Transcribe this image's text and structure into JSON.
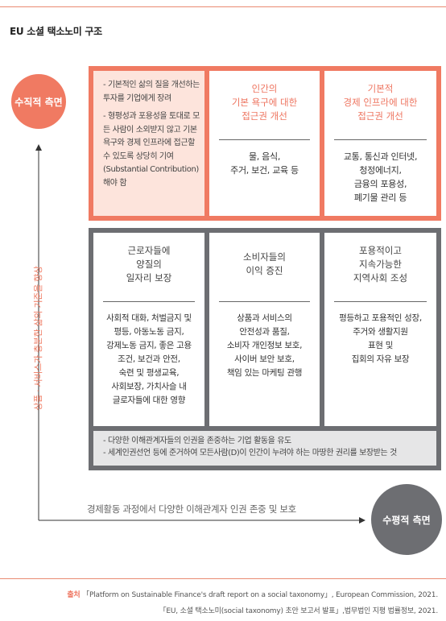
{
  "title": "EU 소셜 택소노미 구조",
  "vertical_label": "수직적 측면",
  "horizontal_label": "수평적 측면",
  "vertical_axis_text": "상품 · 서비스가 충분한 삶의 기준을 향상",
  "horizontal_axis_text": "경제활동 과정에서 다양한 이해관계자 인권 존중 및 보호",
  "vertical_rows": {
    "description_items": [
      "- 기본적인 삶의 질을 개선하는 투자를 기업에게 장려",
      "- 형평성과 포용성을 토대로 모든 사람이 소외받지 않고 기본 욕구와 경제 인프라에 접근할 수 있도록 상당히 기여(Substantial Contribution)해야 함"
    ],
    "columns": [
      {
        "heading": [
          "인간의",
          "기본 욕구에 대한",
          "접근권 개선"
        ],
        "body": [
          "물, 음식,",
          "주거, 보건, 교육 등"
        ]
      },
      {
        "heading": [
          "기본적",
          "경제 인프라에 대한",
          "접근권 개선"
        ],
        "body": [
          "교통, 통신과 인터넷,",
          "청정에너지,",
          "금융의 포용성,",
          "폐기물 관리 등"
        ]
      }
    ]
  },
  "horizontal_rows": {
    "columns": [
      {
        "heading": [
          "근로자들에",
          "양질의",
          "일자리 보장"
        ],
        "body": [
          "사회적 대화, 처벌금지 및",
          "평등, 아동노동 금지,",
          "강제노동 금지, 좋은 고용",
          "조건, 보건과 안전,",
          "숙련 및 평생교육,",
          "사회보장, 가치사슬 내",
          "글로자들에 대한 영향"
        ]
      },
      {
        "heading": [
          "소비자들의",
          "이익 증진"
        ],
        "body": [
          "상품과 서비스의",
          "안전성과 품질,",
          "소비자 개인정보 보호,",
          "사이버 보안 보호,",
          "책임 있는 마케팅 관행"
        ]
      },
      {
        "heading": [
          "포용적이고",
          "지속가능한",
          "지역사회 조성"
        ],
        "body": [
          "평등하고 포용적인 성장,",
          "주거와 생활지원",
          "표현 및",
          "집회의 자유 보장"
        ]
      }
    ],
    "notes": [
      "- 다양한 이해관계자들의 인권을 존중하는 기업 활동을 유도",
      "- 세계인권선언 등에 준거하여 모든사람(D)이 인간이 누려야 하는 마땅한 권리를 보장받는 것"
    ]
  },
  "source": {
    "label": "출처",
    "line1": "「Platform on Sustainable Finance's draft report on a social taxonomy」, European Commission, 2021.",
    "line2": "「EU, 소셜 택소노미(social taxonomy) 초안 보고서 발표」,법무법인 지평 법률정보, 2021."
  },
  "colors": {
    "accent": "#f07a62",
    "gray": "#6d6e72",
    "tint": "#fde4dc",
    "note_bg": "#e6e6e7"
  }
}
